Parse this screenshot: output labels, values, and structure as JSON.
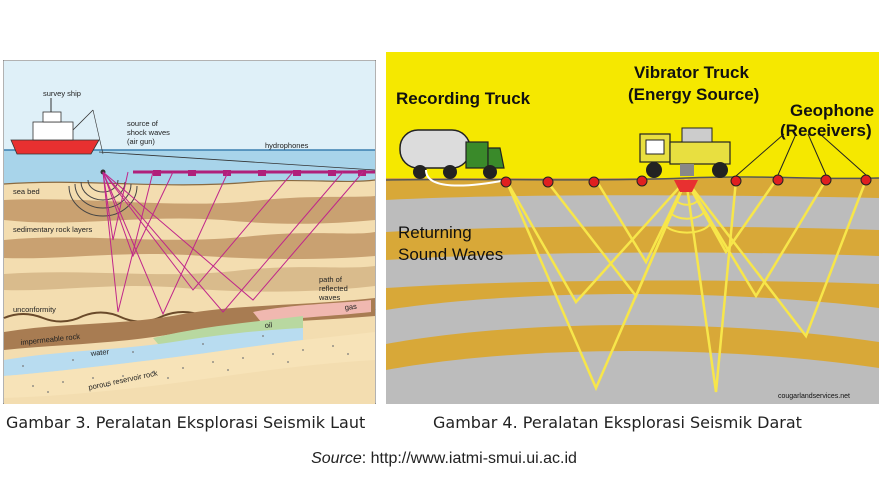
{
  "left_figure": {
    "labels": {
      "survey_ship": "survey ship",
      "source_line1": "source of",
      "source_line2": "shock waves",
      "source_line3": "(air gun)",
      "hydrophones": "hydrophones",
      "sea_bed": "sea bed",
      "sedimentary": "sedimentary rock layers",
      "path_line1": "path of",
      "path_line2": "reflected",
      "path_line3": "waves",
      "unconformity": "unconformity",
      "impermeable": "impermeable rock",
      "water": "water",
      "oil": "oil",
      "gas": "gas",
      "porous": "porous reservoir rock"
    },
    "caption": "Gambar 3. Peralatan Eksplorasi Seismik Laut"
  },
  "right_figure": {
    "labels": {
      "recording_truck": "Recording Truck",
      "vibrator_line1": "Vibrator Truck",
      "vibrator_line2": "(Energy Source)",
      "geophone_line1": "Geophone",
      "geophone_line2": "(Receivers)",
      "returning_line1": "Returning",
      "returning_line2": "Sound Waves",
      "credit": "cougarlandservices.net"
    },
    "caption": "Gambar 4. Peralatan Eksplorasi Seismik Darat"
  },
  "source": {
    "label": "Source",
    "text": ": http://www.iatmi-smui.ui.ac.id"
  },
  "colors": {
    "sky_left": "#cfe8f4",
    "sea": "#a8d4ea",
    "sand": "#f1d9a8",
    "brown_layer": "#c8a170",
    "ray_magenta": "#c0268a",
    "sky_right": "#f5e800",
    "gold_layer": "#d8a838",
    "grey_layer": "#b8b8b8",
    "ray_yellow": "#f7e64a",
    "geophone_red": "#e02020"
  }
}
